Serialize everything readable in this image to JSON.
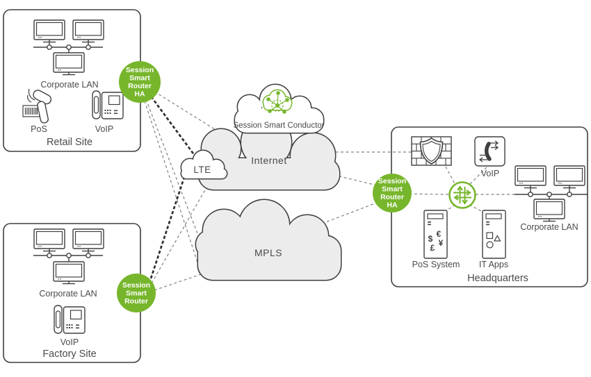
{
  "colors": {
    "accent_green": "#77b62c",
    "cloud_fill": "#ececec",
    "outline": "#3f3f3f",
    "dashed_line": "#808080",
    "text": "#4a4a4a"
  },
  "clouds": {
    "internet": "Internet",
    "mpls": "MPLS",
    "lte": "LTE",
    "conductor": "Session Smart Conductor"
  },
  "nodes": {
    "retail_router": {
      "l1": "Session",
      "l2": "Smart",
      "l3": "Router",
      "l4": "HA"
    },
    "factory_router": {
      "l1": "Session",
      "l2": "Smart",
      "l3": "Router"
    },
    "hq_router": {
      "l1": "Session",
      "l2": "Smart",
      "l3": "Router",
      "l4": "HA"
    }
  },
  "sites": {
    "retail": {
      "title": "Retail Site",
      "lan": "Corporate LAN",
      "pos": "PoS",
      "voip": "VoIP"
    },
    "factory": {
      "title": "Factory Site",
      "lan": "Corporate LAN",
      "voip": "VoIP"
    },
    "hq": {
      "title": "Headquarters",
      "lan": "Corporate LAN",
      "voip": "VoIP",
      "pos": "PoS System",
      "it": "IT Apps"
    }
  },
  "pos_currency": {
    "dollar": "$",
    "euro": "€",
    "pound": "£",
    "yen": "¥"
  }
}
